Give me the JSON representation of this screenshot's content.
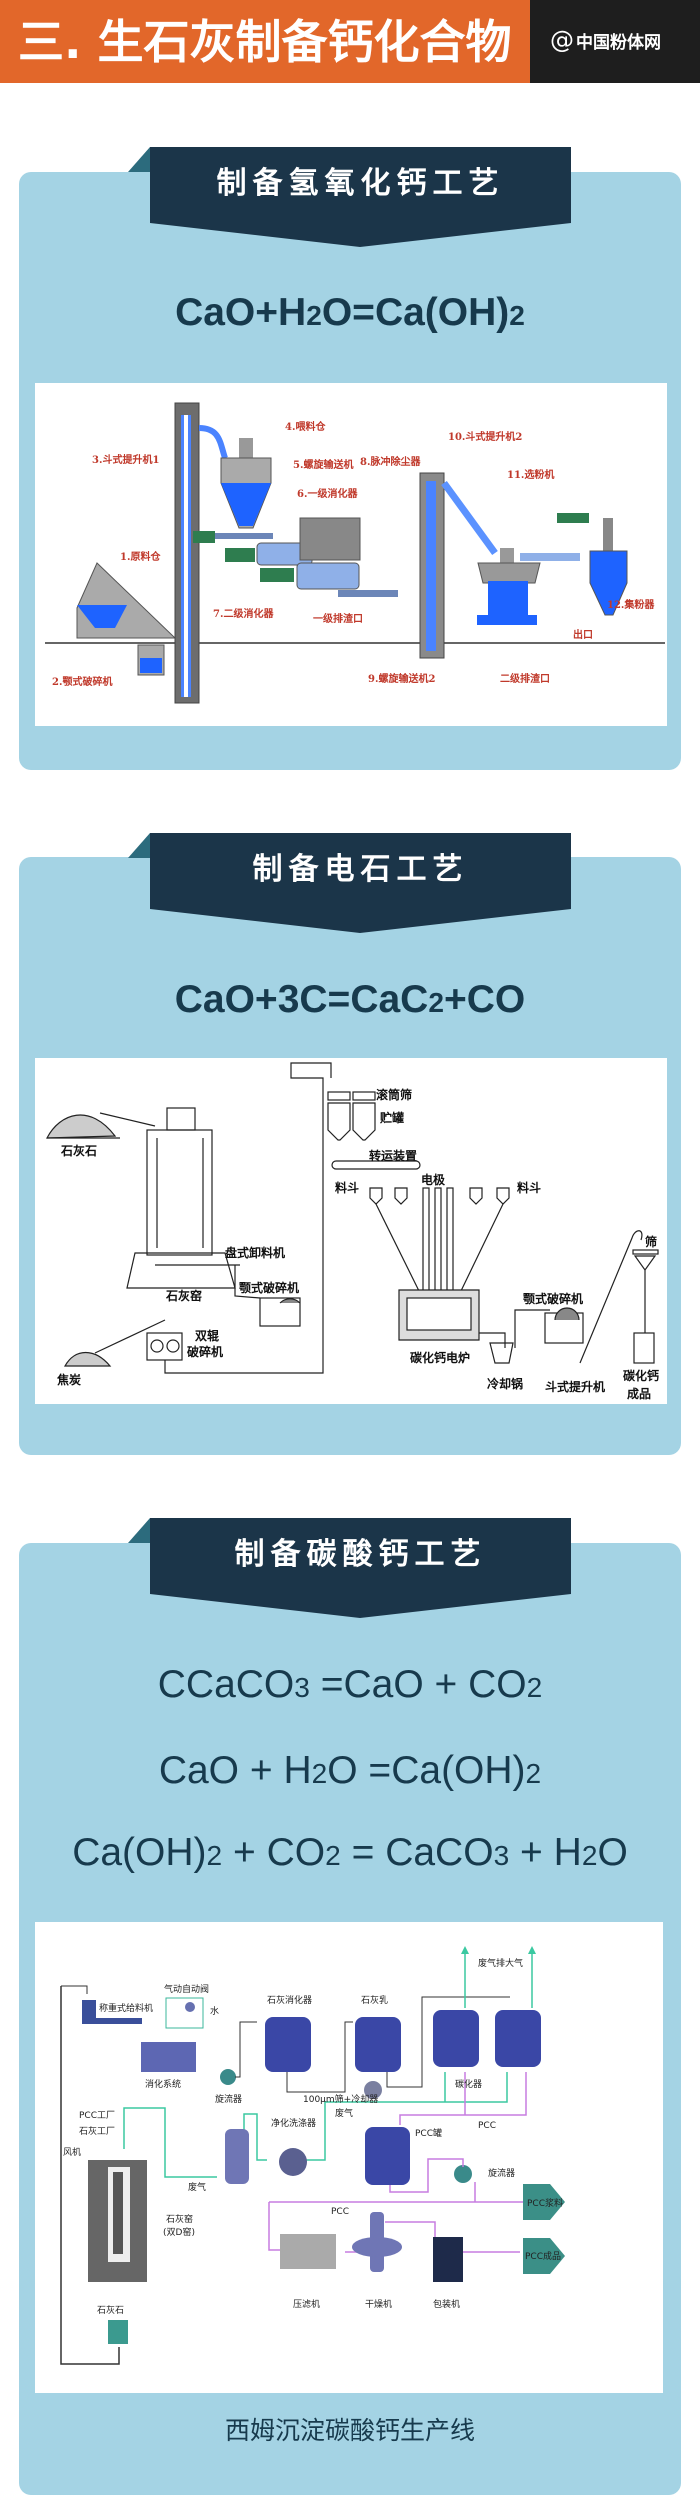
{
  "header": {
    "title": "三. 生石灰制备钙化合物",
    "brand_at": "@",
    "brand": "中国粉体网"
  },
  "colors": {
    "orange": "#e2672a",
    "dark": "#1e1e1e",
    "card": "#a4d3e4",
    "ribbon": "#1b3549",
    "text": "#173a4d"
  },
  "sections": [
    {
      "title": "制备氢氧化钙工艺",
      "equations": [
        [
          {
            "t": "CaO+H"
          },
          {
            "s": "2"
          },
          {
            "t": "O=Ca(OH)"
          },
          {
            "s": "2"
          }
        ]
      ],
      "diagram_labels": [
        "3.斗式提升机1",
        "4.喂料仓",
        "5.螺旋输送机",
        "6.一级消化器",
        "1.原料仓",
        "7.二级消化器",
        "一级排渣口",
        "2.颚式破碎机",
        "8.脉冲除尘器",
        "10.斗式提升机2",
        "11.选粉机",
        "12.集粉器",
        "出口",
        "9.螺旋输送机2",
        "二级排渣口"
      ]
    },
    {
      "title": "制备电石工艺",
      "equations": [
        [
          {
            "t": "CaO+3C=CaC"
          },
          {
            "s": "2"
          },
          {
            "t": "+CO"
          }
        ]
      ],
      "diagram_labels": [
        "石灰石",
        "石灰窑",
        "盘式卸料机",
        "颚式破碎机",
        "双辊",
        "破碎机",
        "焦炭",
        "滚筒筛",
        "贮罐",
        "转运装置",
        "料斗",
        "料斗",
        "电极",
        "碳化钙电炉",
        "颚式破碎机",
        "冷却锅",
        "斗式提升机",
        "筛",
        "碳化钙",
        "成品"
      ]
    },
    {
      "title": "制备碳酸钙工艺",
      "equations": [
        [
          {
            "t": "CCaCO"
          },
          {
            "s": "3"
          },
          {
            "t": " =CaO + CO"
          },
          {
            "s": "2"
          }
        ],
        [
          {
            "t": "CaO + H"
          },
          {
            "s": "2"
          },
          {
            "t": "O =Ca(OH)"
          },
          {
            "s": "2"
          }
        ],
        [
          {
            "t": "Ca(OH)"
          },
          {
            "s": "2"
          },
          {
            "t": " + CO"
          },
          {
            "s": "2"
          },
          {
            "t": " = CaCO"
          },
          {
            "s": "3"
          },
          {
            "t": " + H"
          },
          {
            "s": "2"
          },
          {
            "t": "O"
          }
        ]
      ],
      "diagram_labels": [
        "气动自动阀",
        "称重式给料机",
        "水",
        "石灰消化器",
        "石灰乳",
        "废气排大气",
        "消化系统",
        "旋流器",
        "100μm筛+冷却器",
        "碳化器",
        "PCC工厂",
        "石灰工厂",
        "净化洗涤器",
        "废气",
        "PCC",
        "PCC罐",
        "废气",
        "旋流器",
        "PCC浆料",
        "PCC",
        "石灰窑",
        "(双D窑)",
        "压滤机",
        "干燥机",
        "包装机",
        "PCC成品",
        "石灰石",
        "风机"
      ],
      "caption": "西姆沉淀碳酸钙生产线"
    }
  ]
}
